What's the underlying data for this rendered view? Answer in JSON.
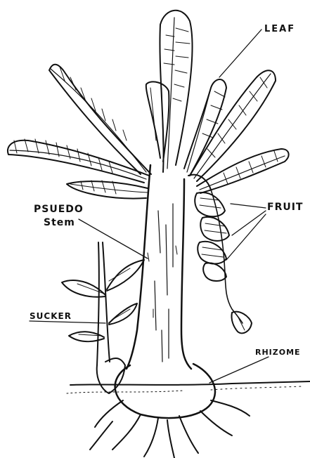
{
  "diagram": {
    "labels": {
      "leaf": "LEAF",
      "fruit": "FRUIT",
      "pseudo_stem_line1": "PSUEDO",
      "pseudo_stem_line2": "Stem",
      "sucker": "SUCKER",
      "rhizome": "RHIZOME"
    },
    "colors": {
      "ink": "#111111",
      "background": "#ffffff"
    },
    "icons": [
      "banana-plant-drawing"
    ]
  }
}
